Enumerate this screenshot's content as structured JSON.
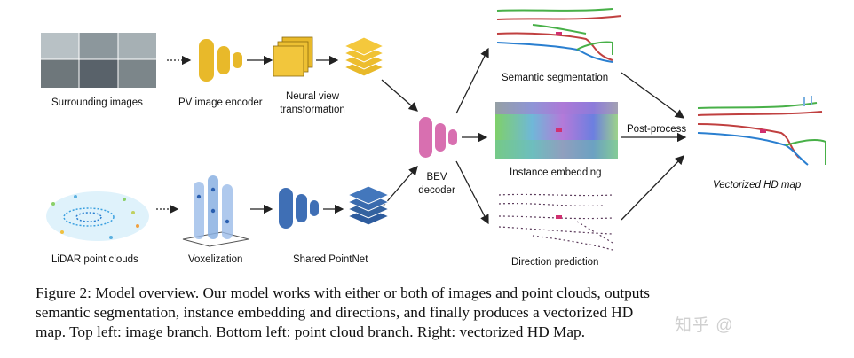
{
  "figure": {
    "labels": {
      "surrounding_images": "Surrounding images",
      "pv_encoder": "PV image encoder",
      "neural_view_1": "Neural view",
      "neural_view_2": "transformation",
      "bev_1": "BEV",
      "bev_2": "decoder",
      "semantic_seg": "Semantic segmentation",
      "instance_emb": "Instance embedding",
      "direction_pred": "Direction prediction",
      "post_process": "Post-process",
      "vectorized_map": "Vectorized HD map",
      "lidar": "LiDAR point clouds",
      "voxelization": "Voxelization",
      "shared_pointnet": "Shared PointNet"
    },
    "colors": {
      "encoder": "#E8B92A",
      "neural_view": "#F2C12E",
      "bev": "#D86FB0",
      "pointnet": "#3F6FB5",
      "voxel": "#9BBCE8",
      "arrow": "#222222"
    }
  },
  "caption": {
    "line1": "Figure 2: Model overview. Our model works with either or both of images and point clouds, outputs",
    "line2": "semantic segmentation, instance embedding and directions, and finally produces a vectorized HD",
    "line3": "map. Top left: image branch. Bottom left: point cloud branch. Right: vectorized HD Map."
  },
  "watermark": "知乎 @",
  "icons": [
    "camera-images",
    "pv-encoder",
    "neural-view-stack",
    "bev-decoder",
    "voxel-grid",
    "pointnet",
    "bev-feature-stack",
    "semantic-map",
    "instance-map",
    "direction-map",
    "vectorized-map"
  ]
}
